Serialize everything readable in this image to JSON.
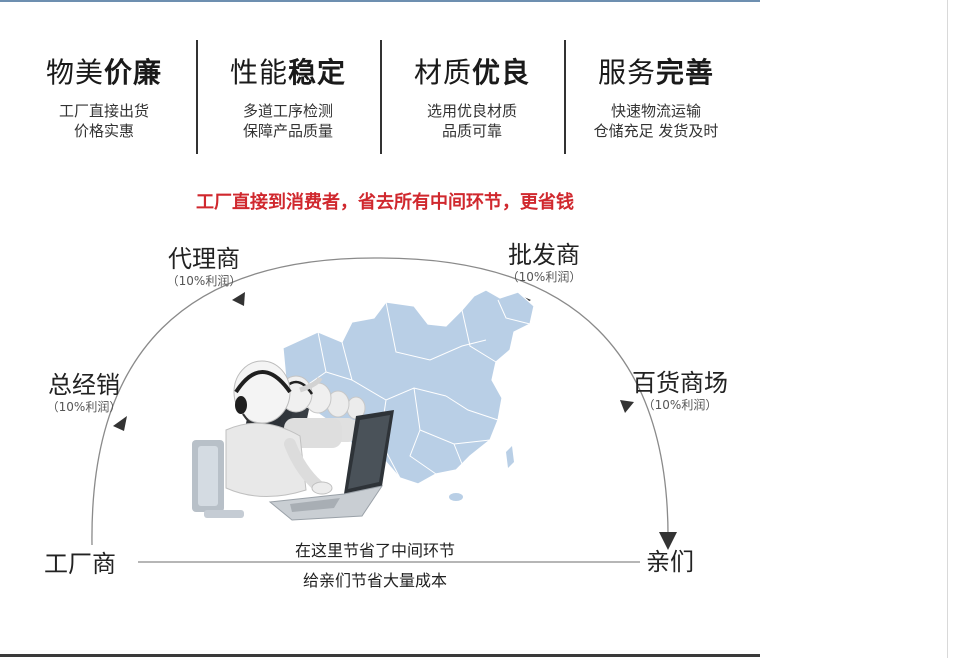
{
  "features": [
    {
      "title_light": "物美",
      "title_bold": "价廉",
      "lines": [
        "工厂直接出货",
        "价格实惠"
      ]
    },
    {
      "title_light": "性能",
      "title_bold": "稳定",
      "lines": [
        "多道工序检测",
        "保障产品质量"
      ]
    },
    {
      "title_light": "材质",
      "title_bold": "优良",
      "lines": [
        "选用优良材质",
        "品质可靠"
      ]
    },
    {
      "title_light": "服务",
      "title_bold": "完善",
      "lines": [
        "快速物流运输",
        "仓储充足 发货及时"
      ]
    }
  ],
  "slogan": "工厂直接到消费者，省去所有中间环节，更省钱",
  "chain": {
    "factory": "工厂商",
    "distributor": {
      "name": "总经销",
      "profit": "（10%利润）"
    },
    "agent": {
      "name": "代理商",
      "profit": "（10%利润）"
    },
    "wholesaler": {
      "name": "批发商",
      "profit": "（10%利润）"
    },
    "mall": {
      "name": "百货商场",
      "profit": "（10%利润）"
    },
    "customer": "亲们"
  },
  "bottom_line": {
    "above": "在这里节省了中间环节",
    "below": "给亲们节省大量成本"
  },
  "colors": {
    "slogan": "#d0282e",
    "map": "#b9cfe6",
    "arc": "#8a8a8a"
  }
}
